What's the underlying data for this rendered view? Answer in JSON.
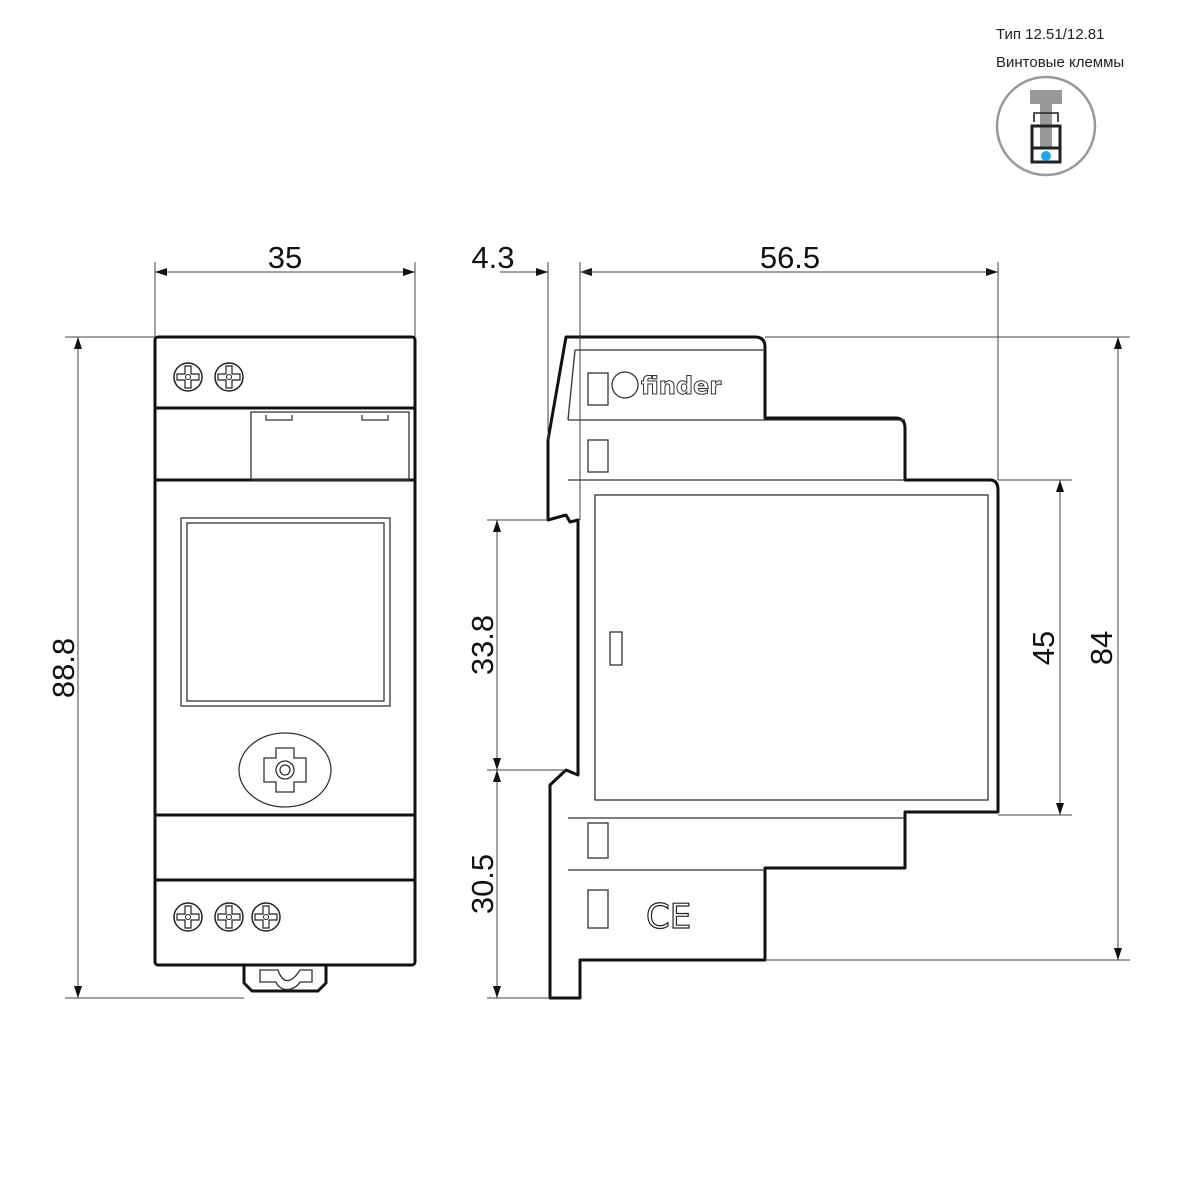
{
  "header": {
    "type_label": "Тип 12.51/12.81",
    "terminal_label": "Винтовые клеммы",
    "terminal_icon": "screw-terminal-icon",
    "accent_color": "#1ea7e8"
  },
  "dimensions": {
    "width_front": "35",
    "height_total": "88.8",
    "rail_offset": "4.3",
    "depth": "56.5",
    "upper_to_rail": "33.8",
    "rail_to_bottom": "30.5",
    "front_height": "45",
    "body_height": "84"
  },
  "side_view": {
    "brand": "finder",
    "mark": "CE"
  }
}
